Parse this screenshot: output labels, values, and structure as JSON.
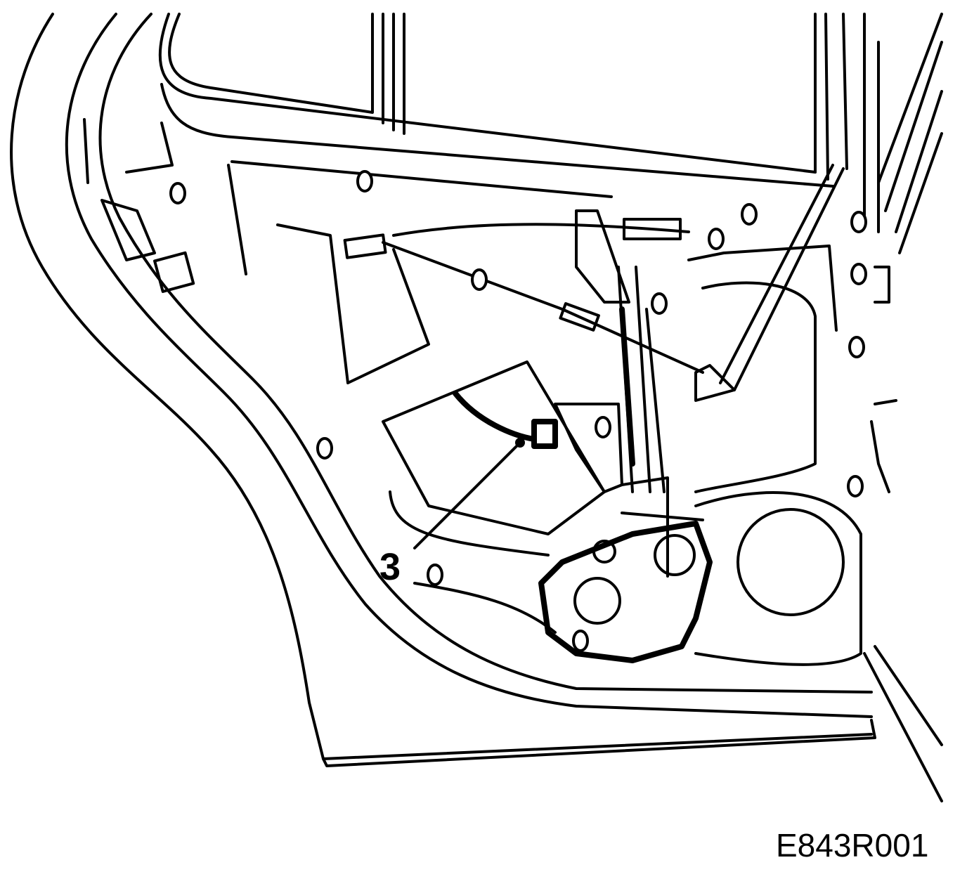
{
  "diagram": {
    "callouts": [
      {
        "id": "3",
        "label": "3"
      }
    ],
    "figure_code": "E843R001",
    "colors": {
      "line": "#000000",
      "background": "#ffffff"
    }
  }
}
